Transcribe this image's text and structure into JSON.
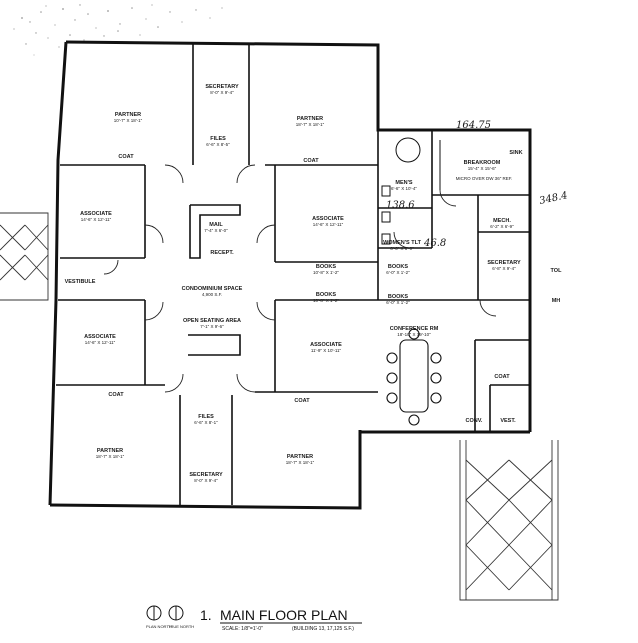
{
  "rooms": {
    "partner_nw": {
      "name": "PARTNER",
      "dims": "10'-7\" X 18'-1\""
    },
    "secretary_n": {
      "name": "SECRETARY",
      "dims": "8'-0\" X 9'-4\""
    },
    "files_n": {
      "name": "FILES",
      "dims": "6'-6\" X 8'-5\""
    },
    "partner_ne": {
      "name": "PARTNER",
      "dims": "18'-7\" X 18'-1\""
    },
    "coat_nw": {
      "name": "COAT"
    },
    "coat_ne": {
      "name": "COAT"
    },
    "associate_w1": {
      "name": "ASSOCIATE",
      "dims": "14'-6\" X 12'-11\""
    },
    "mail": {
      "name": "MAIL",
      "dims": "7'-4\" X 6'-0\""
    },
    "recept": {
      "name": "RECEPT."
    },
    "associate_e1": {
      "name": "ASSOCIATE",
      "dims": "14'-6\" X 12'-11\""
    },
    "vestibule": {
      "name": "VESTIBULE"
    },
    "condo_space": {
      "name": "CONDOMINIUM SPACE",
      "area": "4,900 S.F."
    },
    "open_seating": {
      "name": "OPEN SEATING AREA",
      "dims": "7'-1\" X 9'-6\""
    },
    "books_1": {
      "name": "BOOKS",
      "dims": "10'-8\" X 1'-2\""
    },
    "books_2": {
      "name": "BOOKS",
      "dims": "6'-0\" X 1'-2\""
    },
    "books_3": {
      "name": "BOOKS",
      "dims": "10'-8\" X 1'-2\""
    },
    "books_4": {
      "name": "BOOKS",
      "dims": "6'-0\" X 1'-2\""
    },
    "associate_w2": {
      "name": "ASSOCIATE",
      "dims": "14'-6\" X 12'-11\""
    },
    "associate_e2": {
      "name": "ASSOCIATE",
      "dims": "11'-9\" X 10'-11\""
    },
    "coat_sw": {
      "name": "COAT"
    },
    "coat_se": {
      "name": "COAT"
    },
    "files_s": {
      "name": "FILES",
      "dims": "6'-6\" X 8'-1\""
    },
    "partner_sw": {
      "name": "PARTNER",
      "dims": "18'-7\" X 18'-1\""
    },
    "secretary_s": {
      "name": "SECRETARY",
      "dims": "8'-0\" X 9'-4\""
    },
    "partner_se": {
      "name": "PARTNER",
      "dims": "18'-7\" X 18'-1\""
    },
    "mens": {
      "name": "MEN'S",
      "dims": "6'-6\" X 10'-4\""
    },
    "womens": {
      "name": "WOMEN'S TLT",
      "dims": "6'-6\" X 8'-0\""
    },
    "breakroom": {
      "name": "BREAKROOM",
      "dims": "15'-4\" X 15'-6\"",
      "note": "MICRO OVER DW 36\" REF."
    },
    "sink": {
      "name": "SINK"
    },
    "mech": {
      "name": "MECH.",
      "dims": "6'-2\" X 6'-9\""
    },
    "secretary_e": {
      "name": "SECRETARY",
      "dims": "6'-8\" X 9'-4\""
    },
    "conference": {
      "name": "CONFERENCE RM",
      "dims": "18'-10\" X 19'-10\""
    },
    "coat_e": {
      "name": "COAT"
    },
    "conv": {
      "name": "CONV."
    },
    "vest_e": {
      "name": "VEST."
    },
    "tol": {
      "name": "TOL"
    },
    "mh": {
      "name": "MH"
    }
  },
  "handwritten": [
    "164.75",
    "138.6",
    "46.8",
    "348.4"
  ],
  "title": {
    "number": "1.",
    "text": "MAIN FLOOR PLAN",
    "scale": "SCALE: 1/8\"=1'-0\"",
    "building": "(BUILDING 13, 17,125 S.F.)",
    "north_labels": [
      "PLAN NORTH",
      "TRUE NORTH"
    ]
  }
}
